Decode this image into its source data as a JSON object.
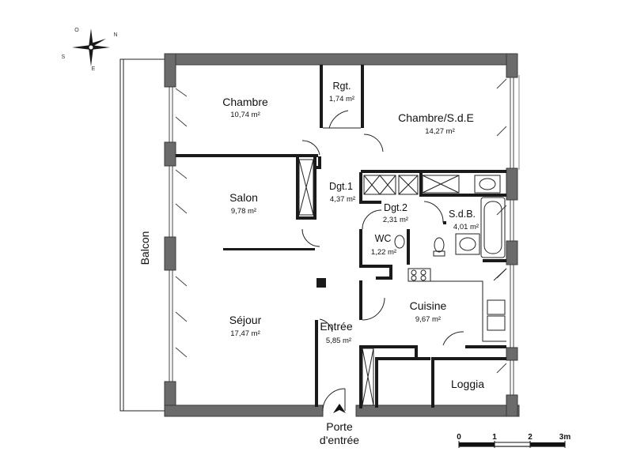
{
  "compass": {
    "n": "N",
    "e": "E",
    "s": "S",
    "o": "O"
  },
  "rooms": {
    "chambre": {
      "name": "Chambre",
      "area": "10,74 m²"
    },
    "rgt": {
      "name": "Rgt.",
      "area": "1,74 m²"
    },
    "chambre_sde": {
      "name": "Chambre/S.d.E",
      "area": "14,27 m²"
    },
    "salon": {
      "name": "Salon",
      "area": "9,78 m²"
    },
    "dgt1": {
      "name": "Dgt.1",
      "area": "4,37 m²"
    },
    "dgt2": {
      "name": "Dgt.2",
      "area": "2,31 m²"
    },
    "sdb": {
      "name": "S.d.B.",
      "area": "4,01 m²"
    },
    "wc": {
      "name": "WC",
      "area": "1,22 m²"
    },
    "sejour": {
      "name": "Séjour",
      "area": "17,47 m²"
    },
    "entree": {
      "name": "Entrée",
      "area": "5,85 m²"
    },
    "cuisine": {
      "name": "Cuisine",
      "area": "9,67 m²"
    },
    "loggia": {
      "name": "Loggia"
    },
    "balcon": {
      "name": "Balcon"
    }
  },
  "entrance": {
    "line1": "Porte",
    "line2": "d'entrée"
  },
  "scale": {
    "t0": "0",
    "t1": "1",
    "t2": "2",
    "t3": "3m"
  }
}
